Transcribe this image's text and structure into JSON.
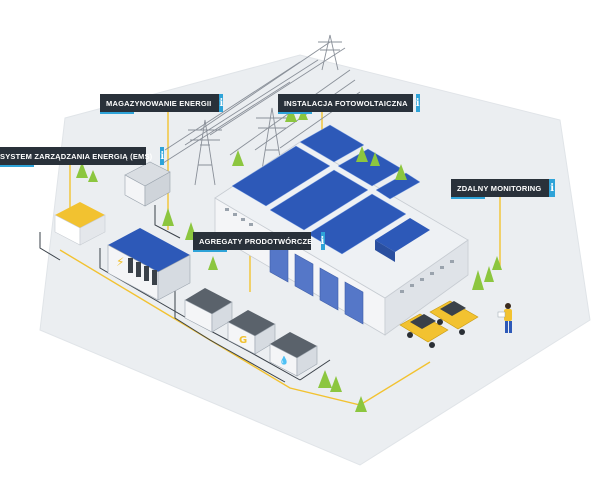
{
  "colors": {
    "ground": "#ebeef1",
    "label_bg": "#29313a",
    "info_bg": "#2ea3d8",
    "connector": "#f2c230",
    "solar": "#2d59b8",
    "building": "#f4f5f7",
    "car": "#f2c230",
    "tree": "#8cc63f"
  },
  "labels": {
    "energy_storage": {
      "text": "MAGAZYNOWANIE ENERGII",
      "icon": "info-icon",
      "icon_glyph": "i"
    },
    "photovoltaic": {
      "text": "INSTALACJA FOTOWOLTAICZNA",
      "icon": "info-icon",
      "icon_glyph": "i"
    },
    "ems": {
      "text": "SYSTEM ZARZĄDZANIA ENERGIĄ (EMS)",
      "icon": "info-icon",
      "icon_glyph": "i"
    },
    "remote_monitoring": {
      "text": "ZDALNY MONITORING",
      "icon": "info-icon",
      "icon_glyph": "i"
    },
    "generators": {
      "text": "AGREGATY PRODOTWÓRCZE",
      "icon": "info-icon",
      "icon_glyph": "i"
    }
  },
  "unit_symbols": {
    "storage": "⚡",
    "gas": "G",
    "water": "💧"
  }
}
